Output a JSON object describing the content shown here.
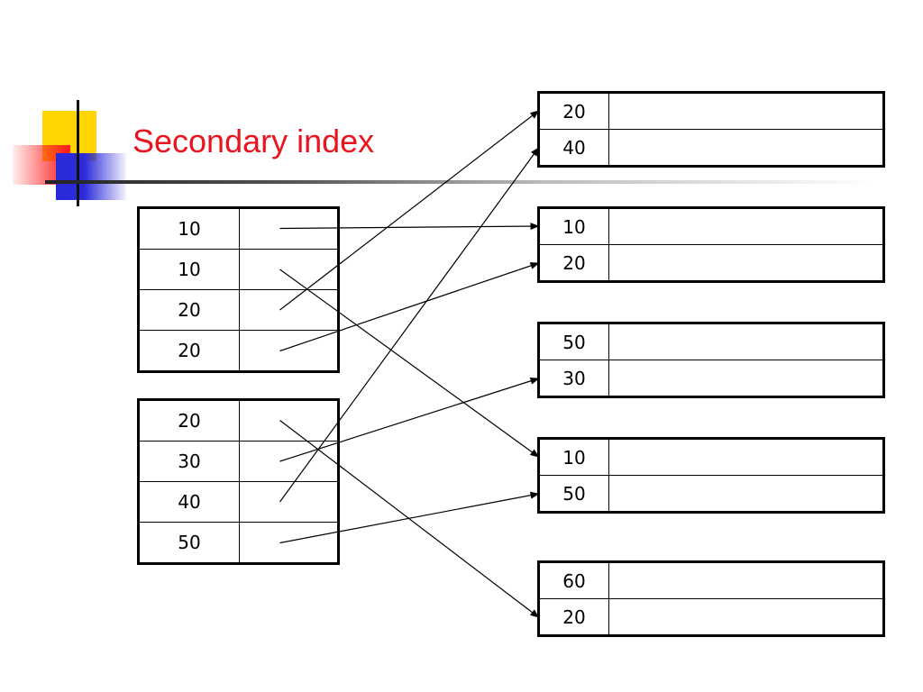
{
  "title": "Secondary index",
  "index_tables": [
    {
      "keys": [
        "10",
        "10",
        "20",
        "20"
      ]
    },
    {
      "keys": [
        "20",
        "30",
        "40",
        "50"
      ]
    }
  ],
  "data_blocks": [
    {
      "keys": [
        "20",
        "40"
      ]
    },
    {
      "keys": [
        "10",
        "20"
      ]
    },
    {
      "keys": [
        "50",
        "30"
      ]
    },
    {
      "keys": [
        "10",
        "50"
      ]
    },
    {
      "keys": [
        "60",
        "20"
      ]
    }
  ],
  "pointers": [
    {
      "from": [
        0,
        0
      ],
      "to": [
        1,
        0
      ]
    },
    {
      "from": [
        0,
        1
      ],
      "to": [
        3,
        0
      ]
    },
    {
      "from": [
        0,
        2
      ],
      "to": [
        0,
        0
      ]
    },
    {
      "from": [
        0,
        3
      ],
      "to": [
        1,
        1
      ]
    },
    {
      "from": [
        1,
        0
      ],
      "to": [
        4,
        1
      ]
    },
    {
      "from": [
        1,
        1
      ],
      "to": [
        2,
        1
      ]
    },
    {
      "from": [
        1,
        2
      ],
      "to": [
        0,
        1
      ]
    },
    {
      "from": [
        1,
        3
      ],
      "to": [
        3,
        1
      ]
    }
  ],
  "colors": {
    "title": "#e8141e",
    "logo_yellow": "#ffd400",
    "logo_red": "#ff2020",
    "logo_blue": "#2a2ad8"
  }
}
